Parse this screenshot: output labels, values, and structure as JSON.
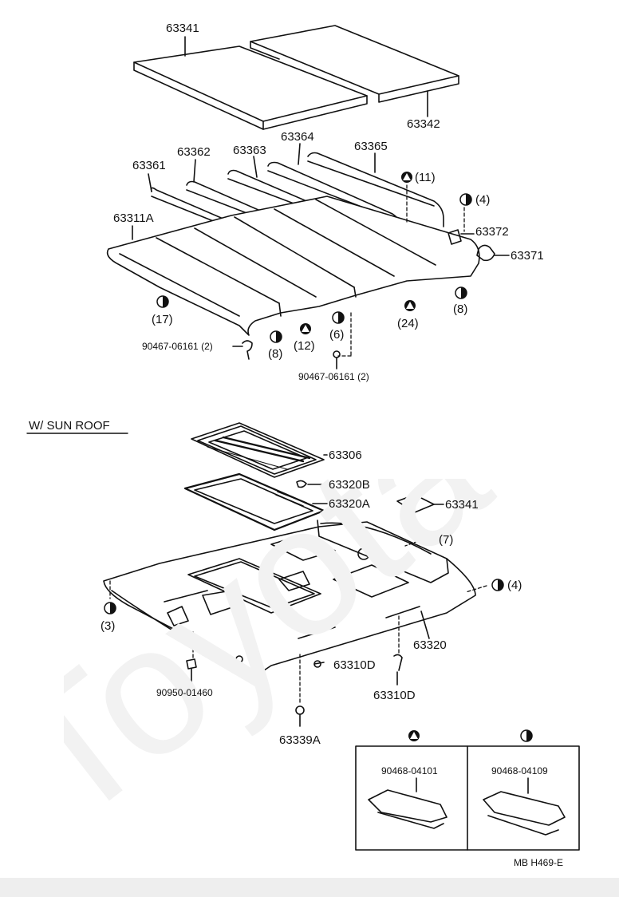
{
  "watermark": "Toyota",
  "section_sunroof": "W/ SUN ROOF",
  "drawing_code": "MB  H469-E",
  "parts_top": {
    "p63341": "63341",
    "p63342": "63342",
    "p63364": "63364",
    "p63365": "63365",
    "p63362": "63362",
    "p63363": "63363",
    "p63361": "63361",
    "p63311A": "63311A",
    "p63372": "63372",
    "p63371": "63371",
    "p90467_left": "90467-06161",
    "p90467_left_qty": "(2)",
    "p90467_bottom": "90467-06161",
    "p90467_bottom_qty": "(2)"
  },
  "counts_top": {
    "c11": "(11)",
    "c4": "(4)",
    "c17": "(17)",
    "c12": "(12)",
    "c6": "(6)",
    "c24": "(24)",
    "c8_right": "(8)",
    "c8_mid": "(8)"
  },
  "parts_sunroof": {
    "p63306": "63306",
    "p63320B": "63320B",
    "p63320A": "63320A",
    "p63341": "63341",
    "p63320": "63320",
    "p63310D_a": "63310D",
    "p63310D_b": "63310D",
    "p90950": "90950-01460",
    "p63339A": "63339A"
  },
  "counts_sunroof": {
    "c7": "(7)",
    "c4": "(4)",
    "c3": "(3)"
  },
  "legend": {
    "triangle_part": "90468-04101",
    "half_part": "90468-04109"
  }
}
